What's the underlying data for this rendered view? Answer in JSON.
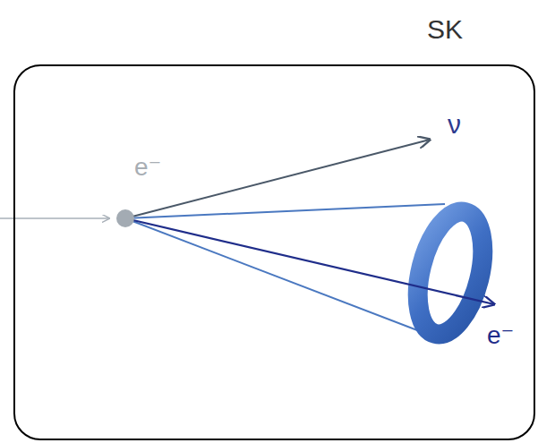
{
  "diagram": {
    "nodes": [
      {
        "text": [
          "SK"
        ]
      }
    ],
    "labels": [
      "e⁻",
      "ν",
      "e⁻"
    ]
  }
}
